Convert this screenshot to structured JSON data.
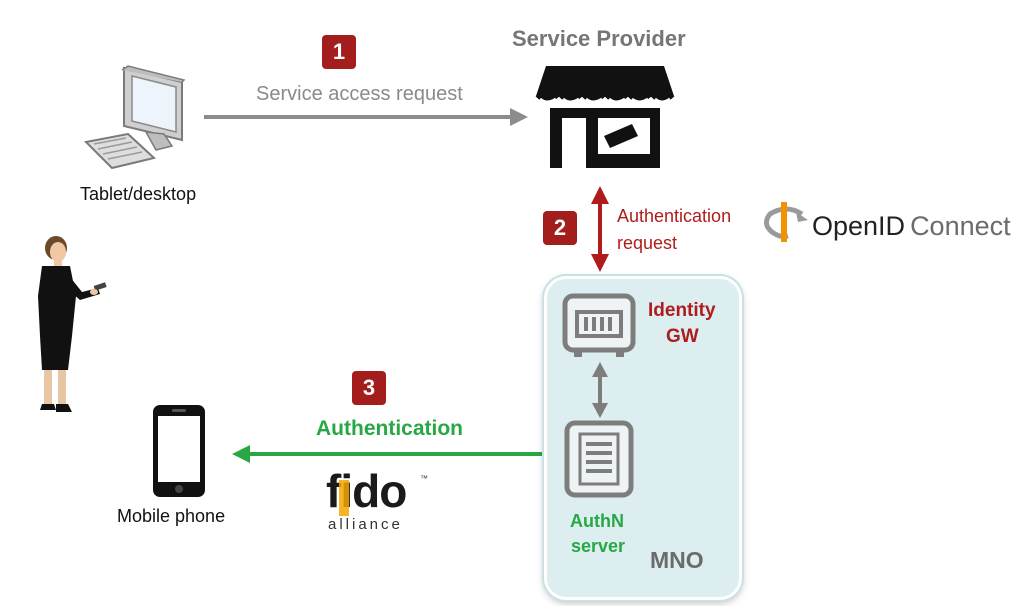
{
  "title": "Service Provider",
  "steps": {
    "step1": {
      "number": "1",
      "label": "Service access request"
    },
    "step2": {
      "number": "2",
      "label_line1": "Authentication",
      "label_line2": "request"
    },
    "step3": {
      "number": "3",
      "label": "Authentication"
    }
  },
  "devices": {
    "desktop_label": "Tablet/desktop",
    "mobile_label": "Mobile phone"
  },
  "mno": {
    "label": "MNO",
    "identity_gw_line1": "Identity",
    "identity_gw_line2": "GW",
    "authn_line1": "AuthN",
    "authn_line2": "server"
  },
  "logos": {
    "openid_main": "OpenID",
    "openid_sub": "Connect",
    "fido_main": "fido",
    "fido_sub": "alliance",
    "fido_tm": "™"
  },
  "colors": {
    "step_badge": "#a31d1d",
    "step1_arrow": "#8c8c8c",
    "step2_arrow": "#b01c1c",
    "step3_arrow": "#27a845",
    "mno_fill": "#dceef0",
    "openid_orange": "#f39200"
  }
}
